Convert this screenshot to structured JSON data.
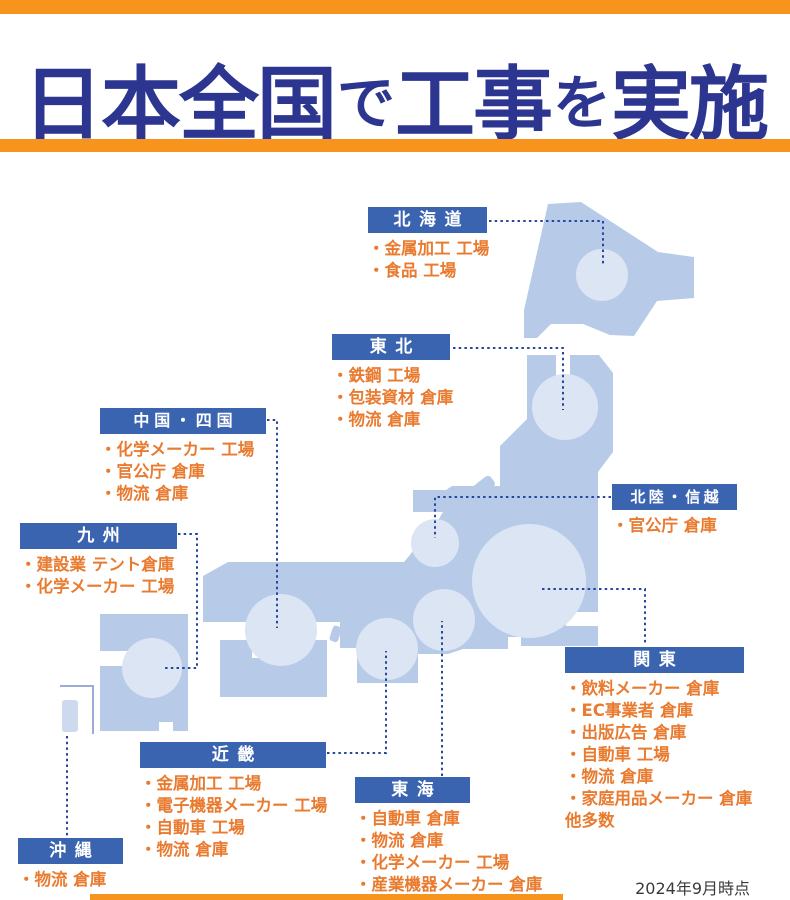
{
  "header": {
    "title_segments": [
      {
        "text": "日本全国"
      },
      {
        "text": "で"
      },
      {
        "text": "工事"
      },
      {
        "text": "を"
      },
      {
        "text": "実施"
      }
    ]
  },
  "regions": [
    {
      "id": "hokkaido",
      "label": "北海道",
      "items": [
        "・金属加工 工場",
        "・食品 工場"
      ]
    },
    {
      "id": "tohoku",
      "label": "東北",
      "items": [
        "・鉄鋼 工場",
        "・包装資材 倉庫",
        "・物流 倉庫"
      ]
    },
    {
      "id": "chugoku-shikoku",
      "label": "中国・四国",
      "items": [
        "・化学メーカー 工場",
        "・官公庁 倉庫",
        "・物流 倉庫"
      ]
    },
    {
      "id": "kyushu",
      "label": "九州",
      "items": [
        "・建設業 テント倉庫",
        "・化学メーカー 工場"
      ]
    },
    {
      "id": "hokuriku-shinetsu",
      "label": "北陸・信越",
      "items": [
        "・官公庁 倉庫"
      ]
    },
    {
      "id": "kanto",
      "label": "関東",
      "items": [
        "・飲料メーカー 倉庫",
        "・EC事業者 倉庫",
        "・出版広告 倉庫",
        "・自動車 工場",
        "・物流 倉庫",
        "・家庭用品メーカー 倉庫",
        "他多数"
      ]
    },
    {
      "id": "kinki",
      "label": "近畿",
      "items": [
        "・金属加工 工場",
        "・電子機器メーカー 工場",
        "・自動車 工場",
        "・物流 倉庫"
      ]
    },
    {
      "id": "tokai",
      "label": "東海",
      "items": [
        "・自動車 倉庫",
        "・物流 倉庫",
        "・化学メーカー 工場",
        "・産業機器メーカー 倉庫"
      ]
    },
    {
      "id": "okinawa",
      "label": "沖縄",
      "items": [
        "・物流 倉庫"
      ]
    }
  ],
  "footer": {
    "as_of": "2024年9月時点"
  },
  "colors": {
    "accent-orange": "#f7941d",
    "title-navy": "#2c3590",
    "label-blue": "#3a63b0",
    "island-blue": "#b7cbe9",
    "region-circle": "#dce5f3",
    "item-orange": "#e97b30",
    "connector-navy": "#26479b",
    "okinawa-fill": "#cdd9ef",
    "bracket-blue": "#99abd6",
    "date-gray": "#3a3a3a"
  }
}
